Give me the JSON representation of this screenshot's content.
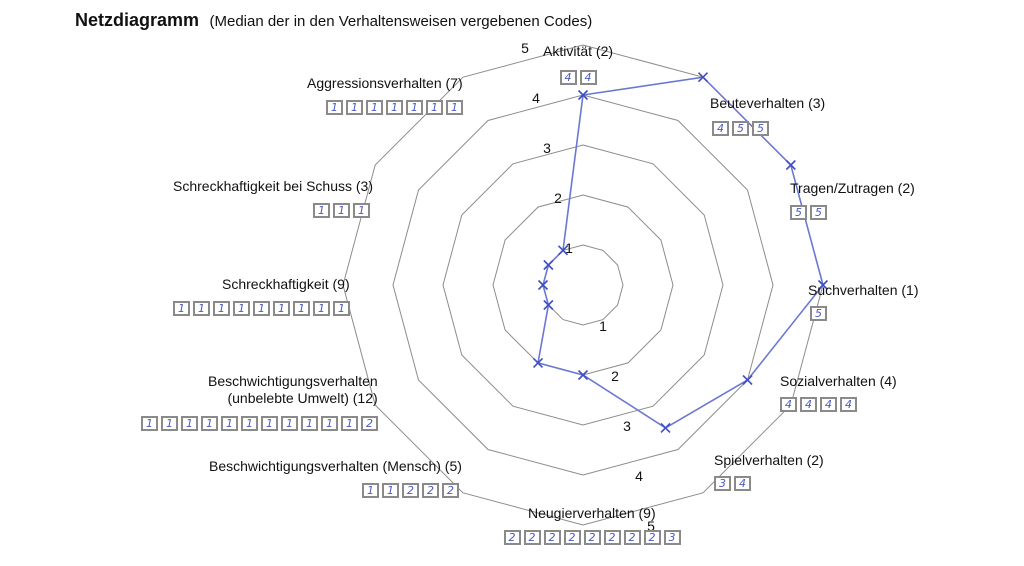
{
  "title": "Netzdiagramm",
  "subtitle": "(Median der in den Verhaltensweisen vergebenen Codes)",
  "chart_data": {
    "type": "radar",
    "scale": {
      "min": 0,
      "max": 5,
      "rings": [
        1,
        2,
        3,
        4,
        5
      ],
      "tick_labels": [
        "1",
        "2",
        "3",
        "4",
        "5"
      ]
    },
    "line_color": "#6a78d4",
    "ring_color": "#8c8c8c",
    "axes": [
      {
        "label": "Aktivität (2)",
        "codes": [
          "4",
          "4"
        ],
        "value": 4
      },
      {
        "label": "Beuteverhalten (3)",
        "codes": [
          "4",
          "5",
          "5"
        ],
        "value": 5
      },
      {
        "label": "Tragen/Zutragen (2)",
        "codes": [
          "5",
          "5"
        ],
        "value": 5
      },
      {
        "label": "Suchverhalten (1)",
        "codes": [
          "5"
        ],
        "value": 5
      },
      {
        "label": "Sozialverhalten (4)",
        "codes": [
          "4",
          "4",
          "4",
          "4"
        ],
        "value": 4
      },
      {
        "label": "Spielverhalten (2)",
        "codes": [
          "3",
          "4"
        ],
        "value": 3.5
      },
      {
        "label": "Neugierverhalten (9)",
        "codes": [
          "2",
          "2",
          "2",
          "2",
          "2",
          "2",
          "2",
          "2",
          "3"
        ],
        "value": 2
      },
      {
        "label": "Beschwichtigungsverhalten (Mensch) (5)",
        "codes": [
          "1",
          "1",
          "2",
          "2",
          "2"
        ],
        "value": 2
      },
      {
        "label": "Beschwichtigungsverhalten\n(unbelebte Umwelt) (12)",
        "codes": [
          "1",
          "1",
          "1",
          "1",
          "1",
          "1",
          "1",
          "1",
          "1",
          "1",
          "1",
          "2"
        ],
        "value": 1
      },
      {
        "label": "Schreckhaftigkeit (9)",
        "codes": [
          "1",
          "1",
          "1",
          "1",
          "1",
          "1",
          "1",
          "1",
          "1"
        ],
        "value": 1
      },
      {
        "label": "Schreckhaftigkeit bei Schuss (3)",
        "codes": [
          "1",
          "1",
          "1"
        ],
        "value": 1
      },
      {
        "label": "Aggressionsverhalten (7)",
        "codes": [
          "1",
          "1",
          "1",
          "1",
          "1",
          "1",
          "1"
        ],
        "value": 1
      }
    ]
  }
}
